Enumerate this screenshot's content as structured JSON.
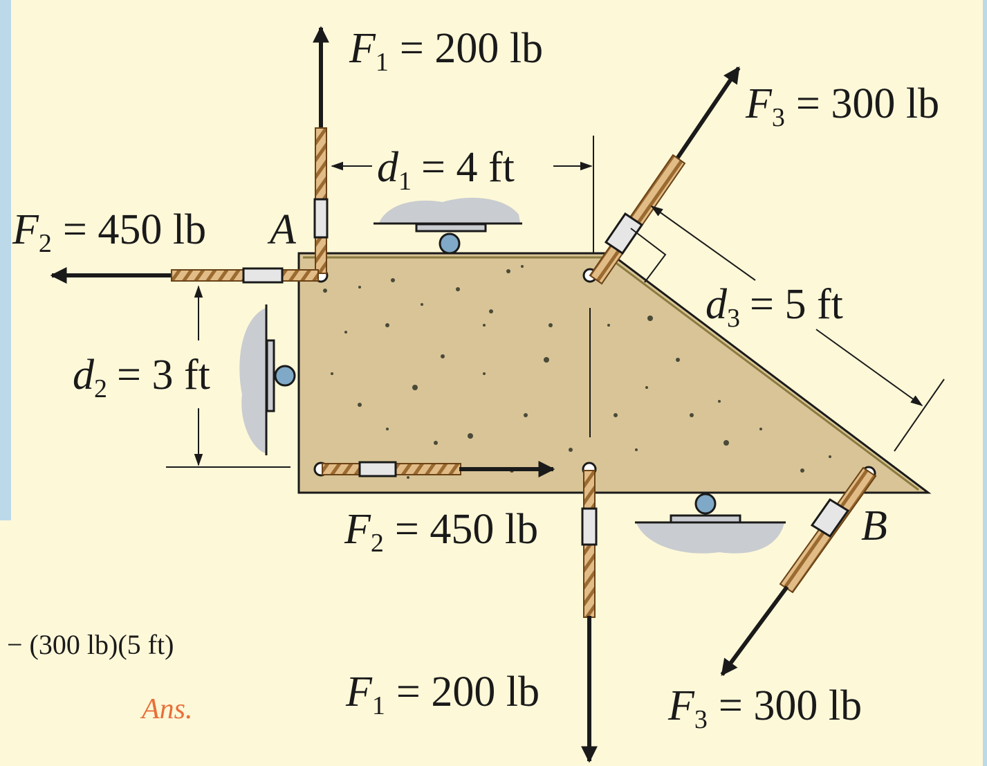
{
  "labels": {
    "f1_top": "= 200 lb",
    "f1_bottom": "= 200 lb",
    "f2_left": "= 450 lb",
    "f2_bottom": "= 450 lb",
    "f3_top": "= 300 lb",
    "f3_bottom": "= 300 lb",
    "d1": "= 4 ft",
    "d2": "= 3 ft",
    "d3": "= 5 ft",
    "point_a": "A",
    "point_b": "B",
    "symbol_f": "F",
    "symbol_d": "d",
    "sub_1": "1",
    "sub_2": "2",
    "sub_3": "3"
  },
  "side_text": {
    "equation_fragment": "− (300 lb)(5 ft)",
    "answer_label": "Ans."
  },
  "colors": {
    "page_background": "#fdf8d8",
    "frame_blue": "#bcd9ea",
    "plate_fill": "#d8c496",
    "plate_edge": "#8a7a3e",
    "rope_light": "#d9b07a",
    "rope_dark": "#8c5a22",
    "ground": "#c9ccd0",
    "roller": "#7fa9c6",
    "answer_orange": "#e8703a",
    "ink": "#1a1a1a"
  }
}
